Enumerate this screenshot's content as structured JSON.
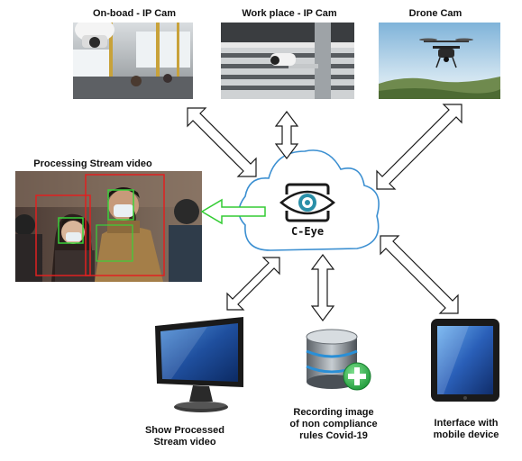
{
  "cameras": {
    "onboard": {
      "label": "On-boad -  IP Cam"
    },
    "workplace": {
      "label": "Work place - IP Cam"
    },
    "drone": {
      "label": "Drone Cam"
    }
  },
  "processing": {
    "label": "Processing Stream video"
  },
  "cloud": {
    "label": "C-Eye"
  },
  "outputs": {
    "show": {
      "line1": "Show  Processed",
      "line2": "Stream video"
    },
    "recording": {
      "line1": "Recording  image",
      "line2": "of non compliance",
      "line3": "rules Covid-19"
    },
    "mobile": {
      "line1": "Interface with",
      "line2": "mobile device"
    }
  },
  "colors": {
    "cloud_stroke": "#3b8fd1",
    "detection_red": "#e02020",
    "detection_green": "#3ad13a",
    "arrow_green": "#33cc33",
    "arrow_dark": "#1a1a1a",
    "database_plus": "#2db84a"
  }
}
